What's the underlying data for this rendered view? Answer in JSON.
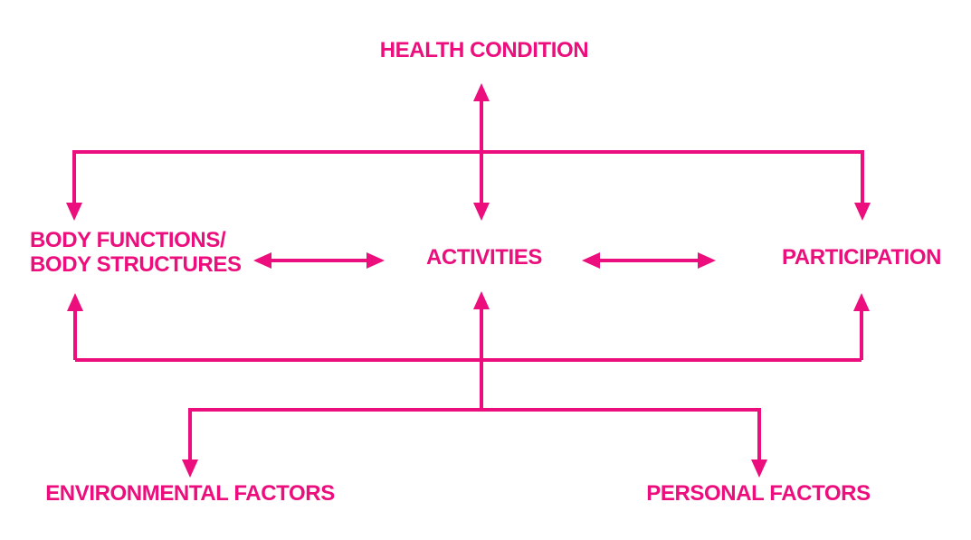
{
  "diagram": {
    "colors": {
      "accent": "#EC0E7C",
      "background": "#FFFFFF"
    },
    "nodes": {
      "health_condition": {
        "label": "HEALTH CONDITION"
      },
      "body_functions": {
        "label_line1": "BODY FUNCTIONS/",
        "label_line2": "BODY STRUCTURES"
      },
      "activities": {
        "label": "ACTIVITIES"
      },
      "participation": {
        "label": "PARTICIPATION"
      },
      "environmental_factors": {
        "label": "ENVIRONMENTAL FACTORS"
      },
      "personal_factors": {
        "label": "PERSONAL FACTORS"
      }
    },
    "connections": [
      {
        "id": "health-activities",
        "from": "health_condition",
        "to": "activities",
        "direction": "both"
      },
      {
        "id": "health-body-functions",
        "from": "health_condition",
        "to": "body_functions",
        "direction": "down"
      },
      {
        "id": "health-participation",
        "from": "health_condition",
        "to": "participation",
        "direction": "down"
      },
      {
        "id": "body-functions-activities",
        "from": "body_functions",
        "to": "activities",
        "direction": "both"
      },
      {
        "id": "activities-participation",
        "from": "activities",
        "to": "participation",
        "direction": "both"
      },
      {
        "id": "factors-body-functions",
        "from": "factors_rail",
        "to": "body_functions",
        "direction": "up"
      },
      {
        "id": "factors-activities",
        "from": "factors_rail",
        "to": "activities",
        "direction": "up"
      },
      {
        "id": "factors-participation",
        "from": "factors_rail",
        "to": "participation",
        "direction": "up"
      },
      {
        "id": "split-environmental",
        "from": "factors_rail",
        "to": "environmental_factors",
        "direction": "down"
      },
      {
        "id": "split-personal",
        "from": "factors_rail",
        "to": "personal_factors",
        "direction": "down"
      }
    ]
  }
}
